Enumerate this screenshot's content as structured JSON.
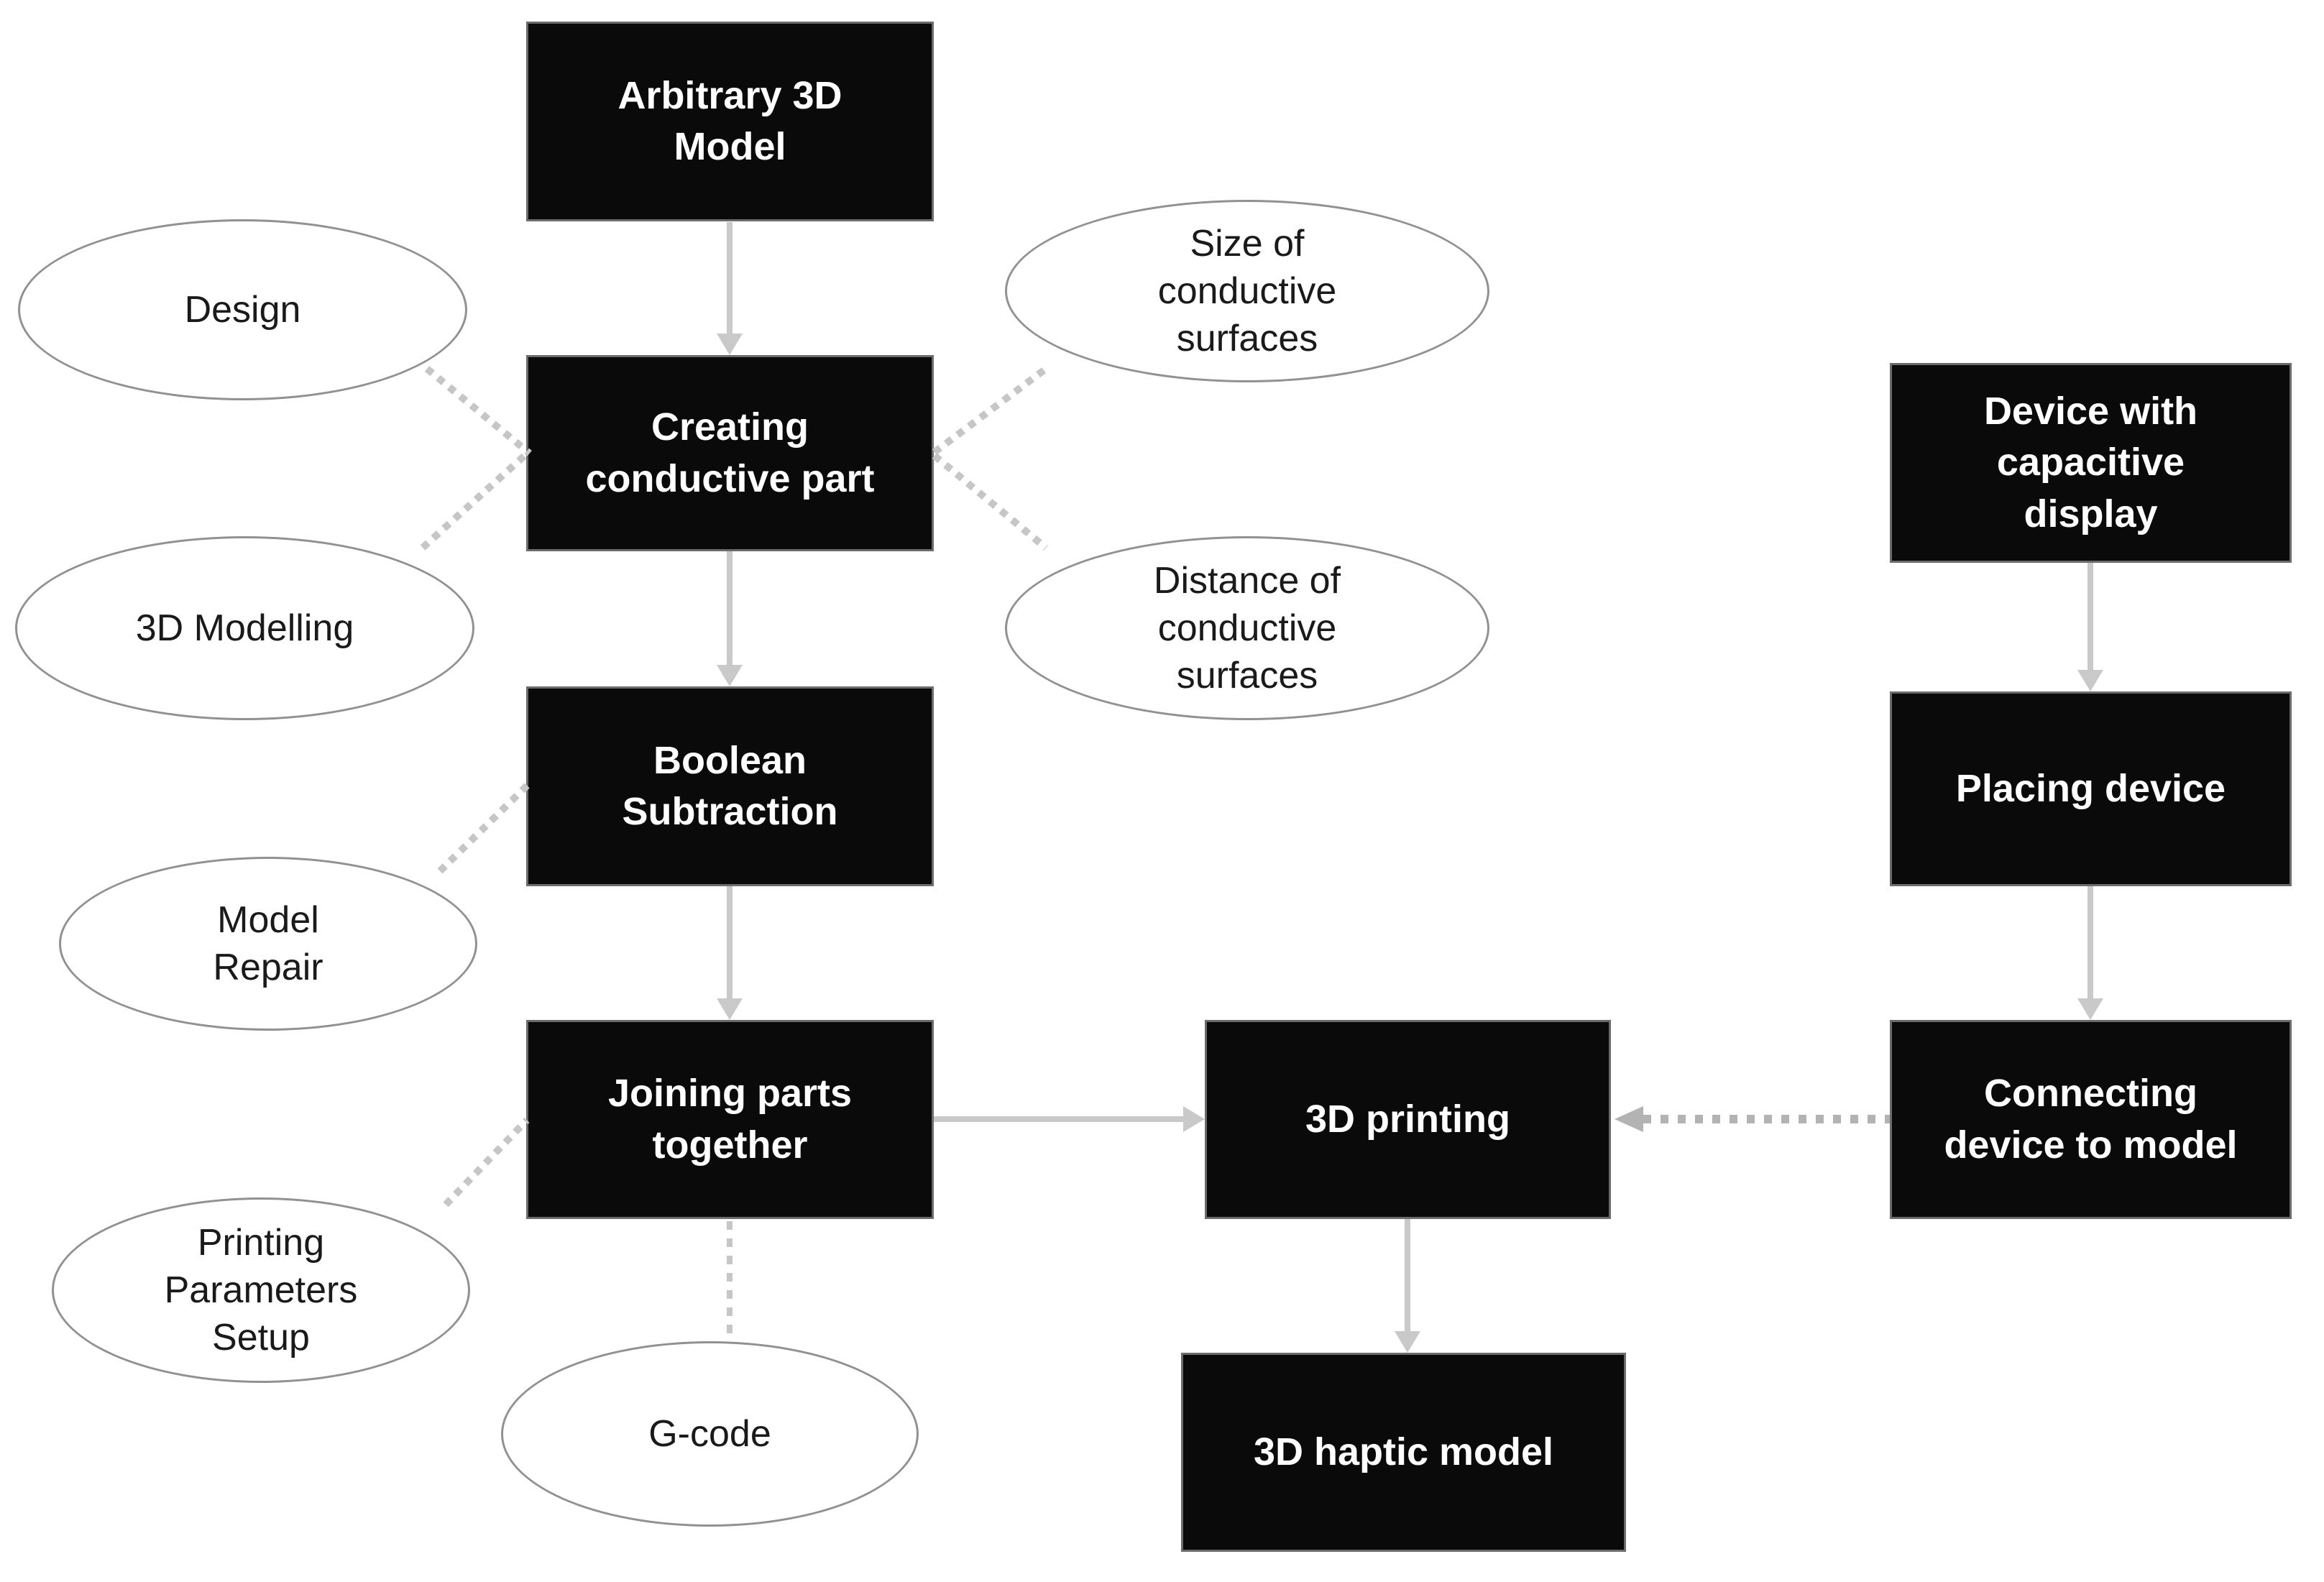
{
  "diagram": {
    "colors": {
      "page_bg": "#ffffff",
      "process_fill": "#0a0a0a",
      "process_border": "#6b6b6b",
      "process_text": "#ffffff",
      "ellipse_fill": "#ffffff",
      "ellipse_border": "#919191",
      "ellipse_text": "#1a1a1a",
      "solid_arrow": "#c9c9c9",
      "dotted_line": "#c6c6c6",
      "dotted_arrow": "#b3b3b3"
    },
    "process_nodes": {
      "arbitrary_3d_model": {
        "label": "Arbitrary 3D\nModel"
      },
      "creating_conductive_part": {
        "label": "Creating\nconductive part"
      },
      "boolean_subtraction": {
        "label": "Boolean\nSubtraction"
      },
      "joining_parts_together": {
        "label": "Joining parts\ntogether"
      },
      "printing_3d": {
        "label": "3D printing"
      },
      "haptic_model_3d": {
        "label": "3D haptic model"
      },
      "device_with_capacitive_display": {
        "label": "Device with\ncapacitive\ndisplay"
      },
      "placing_device": {
        "label": "Placing device"
      },
      "connecting_device_to_model": {
        "label": "Connecting\ndevice to model"
      }
    },
    "parameter_nodes": {
      "design": {
        "label": "Design"
      },
      "modelling_3d": {
        "label": "3D Modelling"
      },
      "size_of_conductive_surfaces": {
        "label": "Size of\nconductive\nsurfaces"
      },
      "distance_of_conductive_surfaces": {
        "label": "Distance of\nconductive\nsurfaces"
      },
      "model_repair": {
        "label": "Model\nRepair"
      },
      "printing_parameters_setup": {
        "label": "Printing\nParameters\nSetup"
      },
      "g_code": {
        "label": "G-code"
      }
    },
    "connections": [
      {
        "from": "arbitrary_3d_model",
        "to": "creating_conductive_part",
        "style": "solid-arrow"
      },
      {
        "from": "creating_conductive_part",
        "to": "boolean_subtraction",
        "style": "solid-arrow"
      },
      {
        "from": "boolean_subtraction",
        "to": "joining_parts_together",
        "style": "solid-arrow"
      },
      {
        "from": "joining_parts_together",
        "to": "printing_3d",
        "style": "solid-arrow"
      },
      {
        "from": "printing_3d",
        "to": "haptic_model_3d",
        "style": "solid-arrow"
      },
      {
        "from": "device_with_capacitive_display",
        "to": "placing_device",
        "style": "solid-arrow"
      },
      {
        "from": "placing_device",
        "to": "connecting_device_to_model",
        "style": "solid-arrow"
      },
      {
        "from": "connecting_device_to_model",
        "to": "printing_3d",
        "style": "dotted-arrow"
      },
      {
        "from": "design",
        "to": "creating_conductive_part",
        "style": "dotted"
      },
      {
        "from": "modelling_3d",
        "to": "creating_conductive_part",
        "style": "dotted"
      },
      {
        "from": "size_of_conductive_surfaces",
        "to": "creating_conductive_part",
        "style": "dotted"
      },
      {
        "from": "distance_of_conductive_surfaces",
        "to": "creating_conductive_part",
        "style": "dotted"
      },
      {
        "from": "model_repair",
        "to": "boolean_subtraction",
        "style": "dotted"
      },
      {
        "from": "printing_parameters_setup",
        "to": "joining_parts_together",
        "style": "dotted"
      },
      {
        "from": "joining_parts_together",
        "to": "g_code",
        "style": "dotted"
      }
    ]
  }
}
